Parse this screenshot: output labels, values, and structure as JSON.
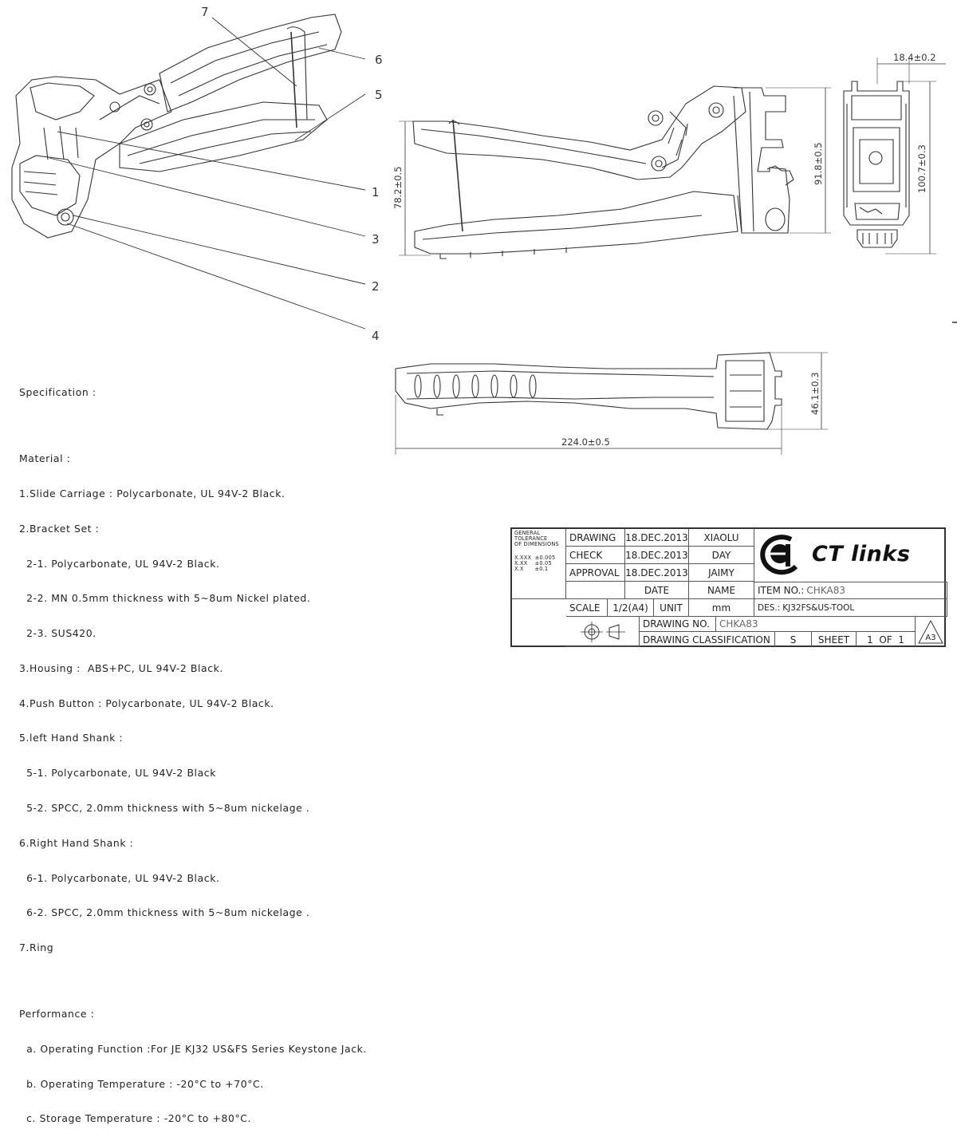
{
  "callouts": [
    "7",
    "6",
    "5",
    "1",
    "3",
    "2",
    "4"
  ],
  "dimensions": {
    "width_top": "18.4±0.2",
    "height_left": "78.2±0.5",
    "height_mid": "91.8±0.5",
    "height_right": "100.7±0.3",
    "thickness": "46.1±0.3",
    "length": "224.0±0.5"
  },
  "specification": [
    "Specification :",
    "",
    "Material :",
    "1.Slide Carriage : Polycarbonate, UL 94V-2 Black.",
    "2.Bracket Set :",
    "  2-1. Polycarbonate, UL 94V-2 Black.",
    "  2-2. MN 0.5mm thickness with 5~8um Nickel plated.",
    "  2-3. SUS420.",
    "3.Housing :  ABS+PC, UL 94V-2 Black.",
    "4.Push Button : Polycarbonate, UL 94V-2 Black.",
    "5.left Hand Shank :",
    "  5-1. Polycarbonate, UL 94V-2 Black",
    "  5-2. SPCC, 2.0mm thickness with 5~8um nickelage .",
    "6.Right Hand Shank :",
    "  6-1. Polycarbonate, UL 94V-2 Black.",
    "  6-2. SPCC, 2.0mm thickness with 5~8um nickelage .",
    "7.Ring",
    "",
    "Performance :",
    "  a. Operating Function :For JE KJ32 US&FS Series Keystone Jack.",
    "  b. Operating Temperature : -20°C to +70°C.",
    "  c. Storage Temperature : -20°C to +80°C."
  ],
  "title_block": {
    "tolerance_title": [
      "GENERAL",
      "TOLERANCE",
      "OF DIMENSIONS"
    ],
    "tolerance_rows": [
      "X.XXX  ±0.005",
      "X.XX    ±0.05",
      "X.X      ±0.1"
    ],
    "drawing_label": "DRAWING",
    "drawing_date": "18.DEC.2013",
    "drawing_by": "XIAOLU",
    "check_label": "CHECK",
    "check_date": "18.DEC.2013",
    "check_by": "DAY",
    "approval_label": "APPROVAL",
    "approval_date": "18.DEC.2013",
    "approval_by": "JAIMY",
    "date_header": "DATE",
    "name_header": "NAME",
    "scale_label": "SCALE",
    "scale_value": "1/2(A4)",
    "unit_label": "UNIT",
    "unit_value": "mm",
    "item_label": "ITEM NO.:",
    "item_value": "CHKA83",
    "des_label": "DES.:",
    "des_value": "KJ32FS&US-TOOL",
    "drawing_no_label": "DRAWING NO.",
    "drawing_no_value": "CHKA83",
    "classification_label": "DRAWING CLASSIFICATION",
    "classification_value": "S",
    "sheet_label": "SHEET",
    "sheet_value": "1  OF  1",
    "paper_size": "A3",
    "logo_text": "CT links"
  }
}
